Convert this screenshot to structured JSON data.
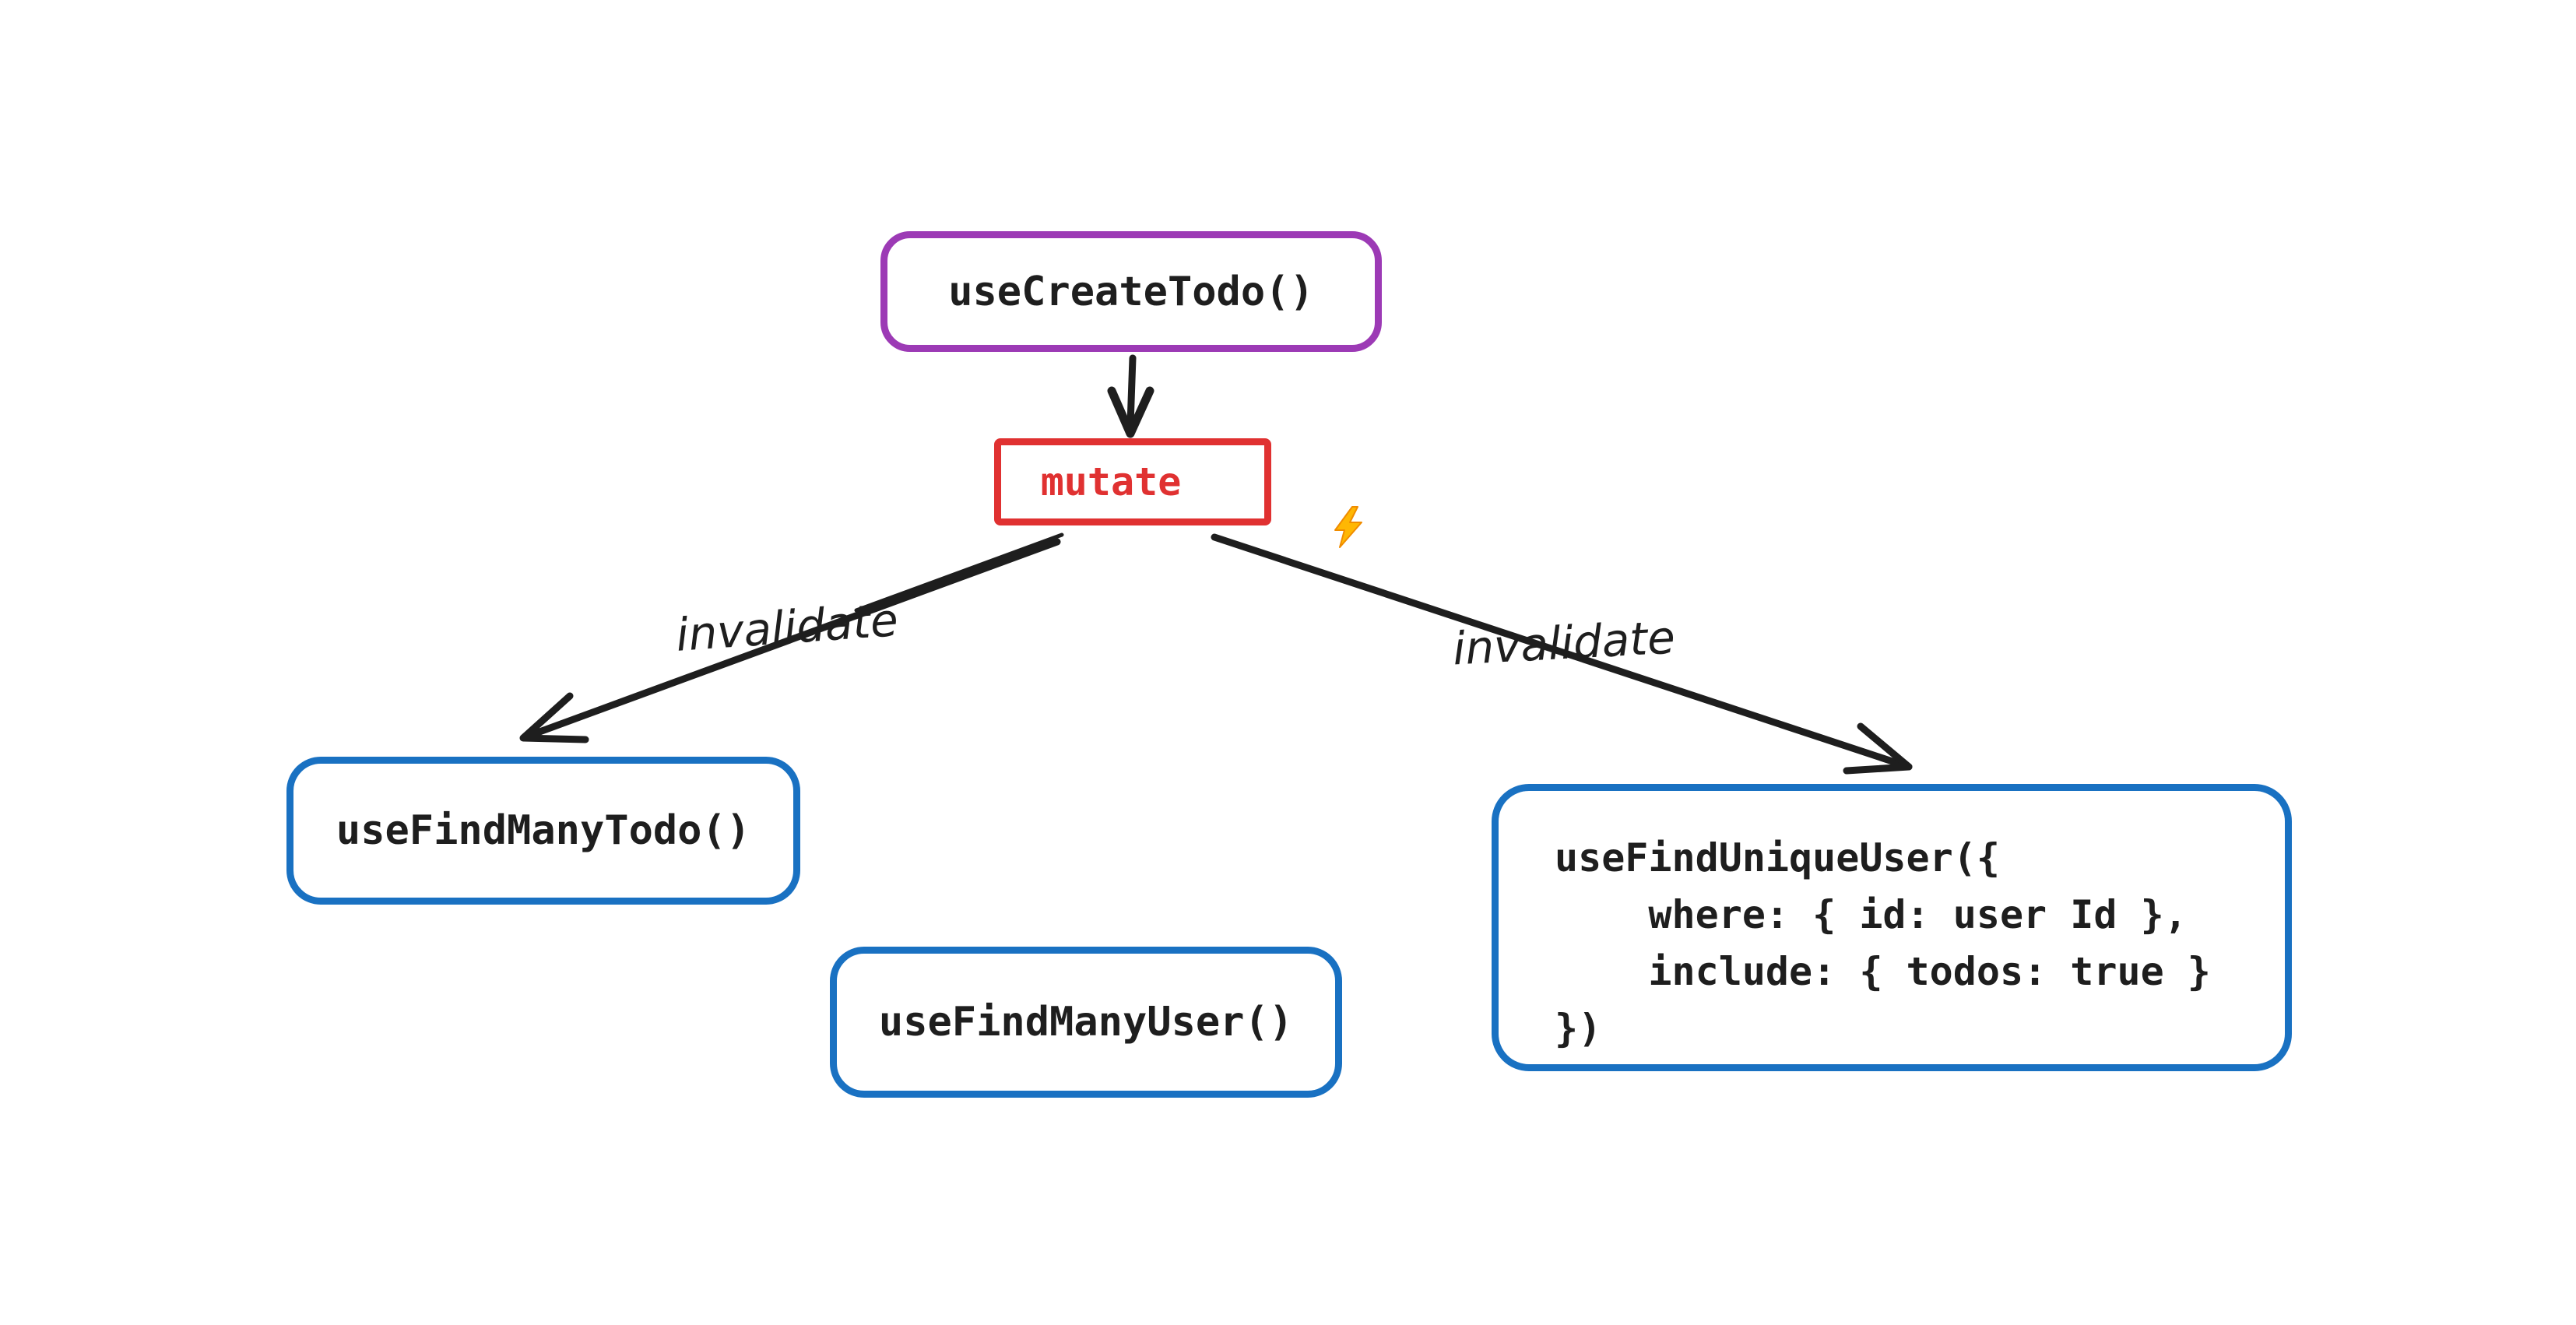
{
  "diagram": {
    "background_color": "#ffffff",
    "ink_color": "#1e1e1e",
    "nodes": {
      "create_todo": {
        "label": "useCreateTodo()",
        "border_color": "#9c3ab5"
      },
      "mutate": {
        "label": "mutate",
        "icon": "lightning-icon",
        "border_color": "#e03131",
        "text_color": "#e03131",
        "bolt_fill": "#ffb703",
        "bolt_edge": "#f08c00"
      },
      "find_many_todo": {
        "label": "useFindManyTodo()",
        "border_color": "#1971c2"
      },
      "find_many_user": {
        "label": "useFindManyUser()",
        "border_color": "#1971c2"
      },
      "find_unique_user": {
        "border_color": "#1971c2",
        "lines": [
          "useFindUniqueUser({",
          "    where: { id: user Id },",
          "    include: { todos: true }",
          "})"
        ]
      }
    },
    "edges": {
      "create_to_mutate": {
        "label": ""
      },
      "left_invalidate": {
        "label": "invalidate"
      },
      "right_invalidate": {
        "label": "invalidate"
      }
    }
  }
}
